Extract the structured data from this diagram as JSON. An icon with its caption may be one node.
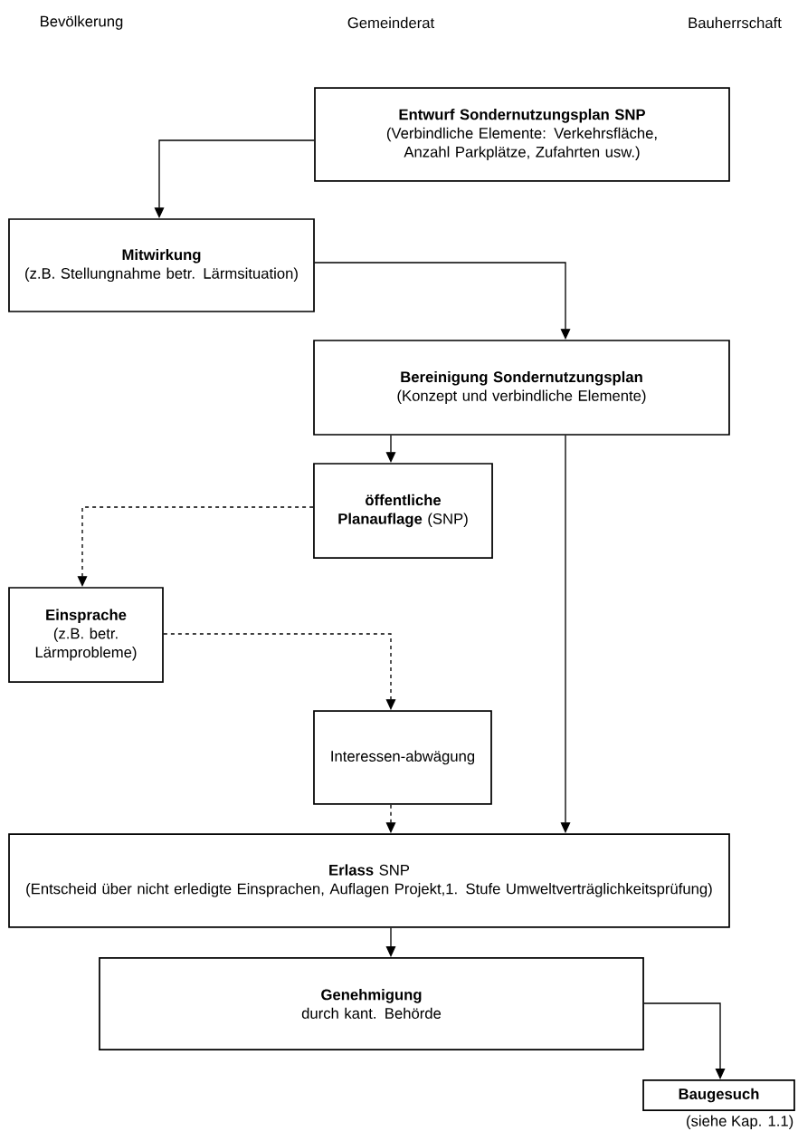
{
  "diagram": {
    "nodes": [
      {
        "text": [
          "Entwurf Sondernutzungsplan SNP",
          "(Verbindliche Elemente: Verkehrsfläche, Anzahl Parkplätze, Zufahrten usw.)"
        ]
      },
      {
        "text": [
          "Mitwirkung",
          "(z.B. Stellungnahme betr. Lärmsituation)"
        ]
      },
      {
        "text": [
          "Bereinigung Sondernutzungsplan",
          "(Konzept und verbindliche Elemente)"
        ]
      },
      {
        "text": [
          "**öffentliche Planauflage** (SNP)"
        ]
      },
      {
        "text": [
          "Einsprache",
          "(z.B. betr. Lärmprobleme)"
        ]
      },
      {
        "text": [
          "Interessen-abwägung"
        ]
      },
      {
        "text": [
          "**Erlass** SNP",
          "(Entscheid über nicht erledigte Einsprachen, Auflagen Projekt,1. Stufe Umweltverträglichkeitsprüfung)"
        ]
      },
      {
        "text": [
          "Genehmigung",
          "durch kant. Behörde"
        ]
      },
      {
        "text": [
          "Baugesuch"
        ],
        "beside": [
          "(siehe Kap. 1.1)"
        ]
      }
    ],
    "edges": [
      {
        "from": 0,
        "to": 1,
        "arrow": "to"
      },
      {
        "from": 1,
        "to": 2,
        "arrow": "to"
      },
      {
        "from": 2,
        "to": 3,
        "arrow": "to"
      },
      {
        "from": 2,
        "to": 6,
        "arrow": "to"
      },
      {
        "from": 3,
        "to": 4,
        "arrow": "to",
        "style": "dashed"
      },
      {
        "from": 4,
        "to": 5,
        "arrow": "to",
        "style": "dashed"
      },
      {
        "from": 5,
        "to": 6,
        "arrow": "to",
        "style": "dashed"
      },
      {
        "from": 6,
        "to": 7,
        "arrow": "to"
      },
      {
        "from": 7,
        "to": 8,
        "arrow": "to"
      }
    ],
    "labels": [
      "Bevölkerung",
      "Gemeinderat",
      "Bauherrschaft"
    ]
  }
}
